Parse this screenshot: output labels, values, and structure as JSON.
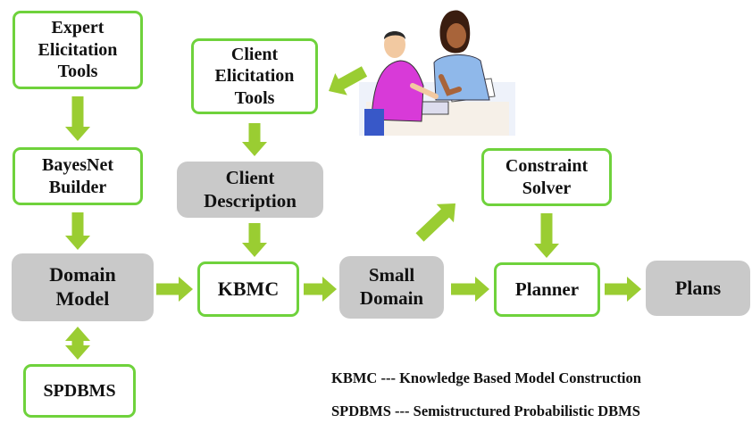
{
  "nodes": {
    "expert_elicitation": "Expert Elicitation Tools",
    "client_elicitation": "Client Elicitation Tools",
    "bayesnet_builder": "BayesNet Builder",
    "client_description": "Client Description",
    "constraint_solver": "Constraint Solver",
    "domain_model": "Domain Model",
    "kbmc": "KBMC",
    "small_domain": "Small Domain",
    "planner": "Planner",
    "plans": "Plans",
    "spdbms": "SPDBMS"
  },
  "legend": {
    "kbmc": "KBMC --- Knowledge Based Model Construction",
    "spdbms": "SPDBMS --- Semistructured Probabilistic DBMS"
  },
  "colors": {
    "arrow": "#9acd32",
    "box_border": "#6fd23c",
    "gray_box": "#c9c9c9"
  },
  "icons": {
    "illustration": "two-people-consultation-clipart"
  }
}
